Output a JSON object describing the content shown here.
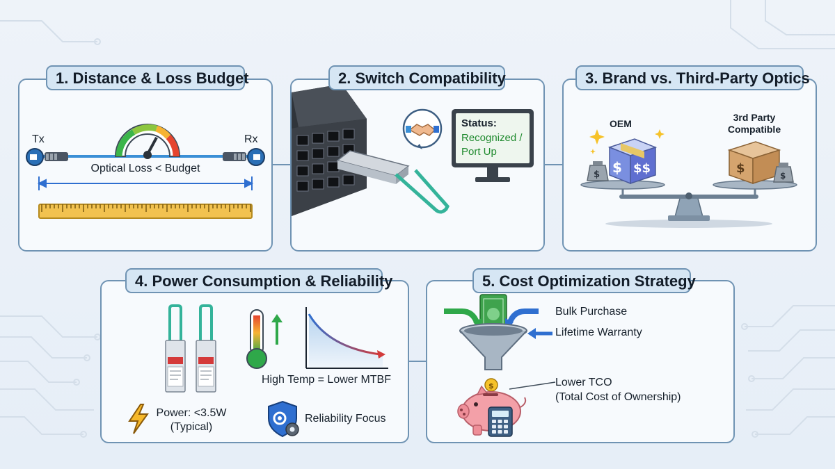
{
  "panels": [
    {
      "title": "1. Distance & Loss Budget",
      "tx_label": "Tx",
      "rx_label": "Rx",
      "gauge_caption": "Optical Loss < Budget"
    },
    {
      "title": "2. Switch Compatibility",
      "status_heading": "Status:",
      "status_value": "Recognized /\nPort Up"
    },
    {
      "title": "3. Brand vs. Third-Party Optics",
      "oem_label": "OEM",
      "third_party_label": "3rd Party\nCompatible"
    },
    {
      "title": "4. Power Consumption & Reliability",
      "chart_caption": "High Temp = Lower MTBF",
      "power_label": "Power: <3.5W\n(Typical)",
      "reliability_label": "Reliability Focus"
    },
    {
      "title": "5. Cost Optimization Strategy",
      "input_1": "Bulk Purchase",
      "input_2": "Lifetime Warranty",
      "result_label": "Lower TCO\n(Total Cost of Ownership)"
    }
  ],
  "colors": {
    "panel_border": "#6f93b3",
    "title_fill": "#d6e6f4",
    "status_green": "#1f8a2e",
    "fiber_blue": "#3a8fd6",
    "ruler_yellow": "#f2c250",
    "arrow_blue": "#2f6fd0",
    "arrow_green": "#2fa84a",
    "pig_pink": "#f3a0a8",
    "latch_teal": "#34b39a"
  }
}
